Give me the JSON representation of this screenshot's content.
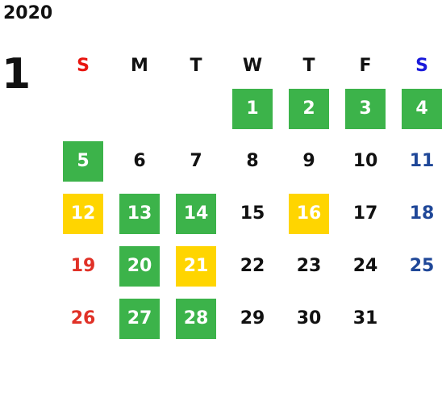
{
  "calendar": {
    "year": "2020",
    "month": "1",
    "weekday_headers": [
      {
        "label": "S",
        "color": "#e8150f"
      },
      {
        "label": "M",
        "color": "#111111"
      },
      {
        "label": "T",
        "color": "#111111"
      },
      {
        "label": "W",
        "color": "#111111"
      },
      {
        "label": "T",
        "color": "#111111"
      },
      {
        "label": "F",
        "color": "#111111"
      },
      {
        "label": "S",
        "color": "#1a1adb"
      }
    ],
    "highlight_colors": {
      "green": "#3cb34a",
      "yellow": "#ffd500",
      "sunday_text": "#e03127",
      "saturday_text": "#1f4798"
    },
    "weeks": [
      [
        {
          "day": "",
          "style": "empty"
        },
        {
          "day": "",
          "style": "empty"
        },
        {
          "day": "",
          "style": "empty"
        },
        {
          "day": "1",
          "style": "green"
        },
        {
          "day": "2",
          "style": "green"
        },
        {
          "day": "3",
          "style": "green"
        },
        {
          "day": "4",
          "style": "green"
        }
      ],
      [
        {
          "day": "5",
          "style": "green"
        },
        {
          "day": "6",
          "style": "plain"
        },
        {
          "day": "7",
          "style": "plain"
        },
        {
          "day": "8",
          "style": "plain"
        },
        {
          "day": "9",
          "style": "plain"
        },
        {
          "day": "10",
          "style": "plain"
        },
        {
          "day": "11",
          "style": "sat"
        }
      ],
      [
        {
          "day": "12",
          "style": "yellow"
        },
        {
          "day": "13",
          "style": "green"
        },
        {
          "day": "14",
          "style": "green"
        },
        {
          "day": "15",
          "style": "plain"
        },
        {
          "day": "16",
          "style": "yellow"
        },
        {
          "day": "17",
          "style": "plain"
        },
        {
          "day": "18",
          "style": "sat"
        }
      ],
      [
        {
          "day": "19",
          "style": "sun"
        },
        {
          "day": "20",
          "style": "green"
        },
        {
          "day": "21",
          "style": "yellow"
        },
        {
          "day": "22",
          "style": "plain"
        },
        {
          "day": "23",
          "style": "plain"
        },
        {
          "day": "24",
          "style": "plain"
        },
        {
          "day": "25",
          "style": "sat"
        }
      ],
      [
        {
          "day": "26",
          "style": "sun"
        },
        {
          "day": "27",
          "style": "green"
        },
        {
          "day": "28",
          "style": "green"
        },
        {
          "day": "29",
          "style": "plain"
        },
        {
          "day": "30",
          "style": "plain"
        },
        {
          "day": "31",
          "style": "plain"
        },
        {
          "day": "",
          "style": "empty"
        }
      ]
    ]
  }
}
